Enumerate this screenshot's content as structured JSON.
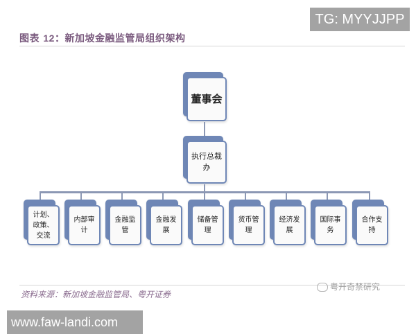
{
  "watermark_top": "TG: MYYJJPP",
  "figure": {
    "label": "图表 ",
    "number": "12",
    "colon": "：",
    "title": "新加坡金融监管局组织架构"
  },
  "org_chart": {
    "root": "董事会",
    "level2": "执行总裁办",
    "departments": [
      "计划、政策、交流",
      "内部审计",
      "金融监管",
      "金融发展",
      "储备管理",
      "货币管理",
      "经济发展",
      "国际事务",
      "合作支持"
    ]
  },
  "source": "资料来源：新加坡金融监管局、粤开证券",
  "watermark_brand": "粤开奇禁研究",
  "watermark_url": "www.faw-landi.com",
  "colors": {
    "box_border": "#6f87b6",
    "connector": "#8c98b4",
    "title_text": "#7a5a7e"
  }
}
